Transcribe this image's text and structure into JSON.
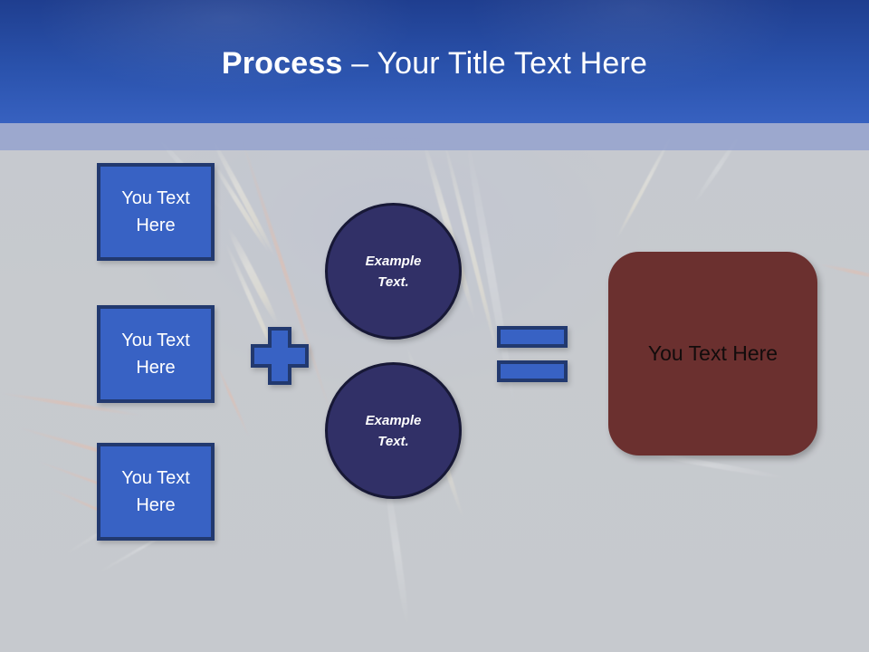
{
  "slide": {
    "header": {
      "title_bold": "Process",
      "title_rest": " – Your Title Text Here",
      "background_color": "#2a52ac",
      "text_color": "#ffffff",
      "subband_color": "#8c9bcd"
    },
    "background": {
      "base_color": "#c6c9cd",
      "description": "welding-sparks-photo",
      "spark_color": "#fffaeb",
      "warm_spark_color": "#ffb08c"
    },
    "inputs": {
      "fill_color": "#3862c4",
      "border_color": "#22396f",
      "text_color": "#ffffff",
      "boxes": [
        {
          "label": "You Text Here"
        },
        {
          "label": "You Text Here"
        },
        {
          "label": "You Text Here"
        }
      ]
    },
    "operators": {
      "plus": {
        "symbol": "+",
        "fill_color": "#3862c4",
        "border_color": "#22396f"
      },
      "equals": {
        "symbol": "=",
        "fill_color": "#3862c4",
        "border_color": "#22396f"
      }
    },
    "circles": {
      "fill_color": "#313067",
      "border_color": "#171836",
      "text_color": "#ffffff",
      "items": [
        {
          "line1": "Example",
          "line2": "Text."
        },
        {
          "line1": "Example",
          "line2": "Text."
        }
      ]
    },
    "result": {
      "label": "You Text Here",
      "fill_color": "#6b302f",
      "text_color": "#120c0c"
    }
  }
}
